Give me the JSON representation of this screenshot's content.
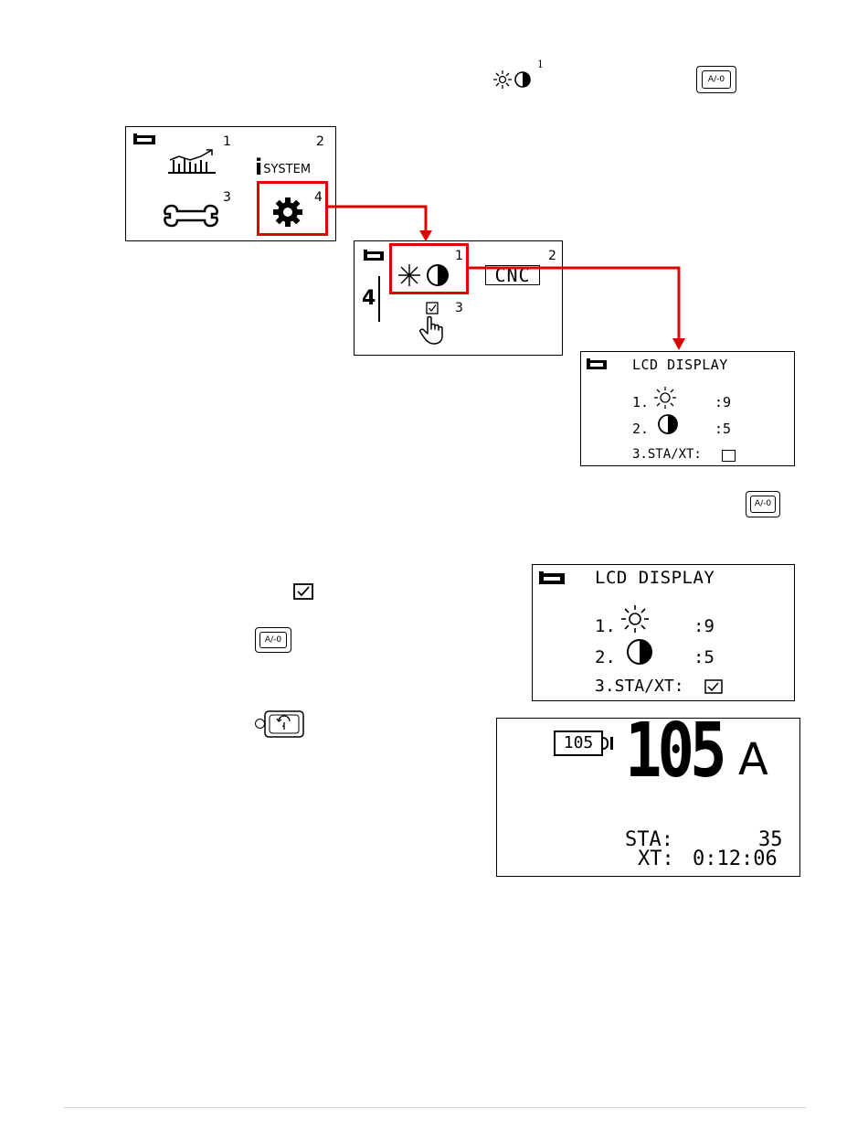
{
  "top_line": {
    "superscript": "1",
    "key_label": "A/-0"
  },
  "main_menu": {
    "item1_num": "1",
    "item2_num": "2",
    "item2_label": "SYSTEM",
    "item2_prefix": "i",
    "item3_num": "3",
    "item4_num": "4"
  },
  "settings_menu": {
    "side_number": "4",
    "item1_num": "1",
    "item2_num": "2",
    "item2_label": "CNC",
    "item3_num": "3"
  },
  "lcd_display_small": {
    "title": "LCD DISPLAY",
    "line1_prefix": "1.",
    "line1_value": ":9",
    "line2_prefix": "2.",
    "line2_value": ":5",
    "line3_label": "3.STA/XT:"
  },
  "mid_key": {
    "label": "A/-0"
  },
  "lcd_display_large": {
    "title": "LCD DISPLAY",
    "line1_prefix": "1.",
    "line1_value": ":9",
    "line2_prefix": "2.",
    "line2_value": ":5",
    "line3_label": "3.STA/XT:"
  },
  "step_keys": {
    "key1_label": "A/-0"
  },
  "current_display": {
    "battery_value": "105",
    "current_digits": "105",
    "unit": "A",
    "sta_label": "STA:",
    "sta_value": "35",
    "xt_label": "XT:",
    "xt_value": "0:12:06"
  },
  "colors": {
    "highlight": "#e00000"
  }
}
